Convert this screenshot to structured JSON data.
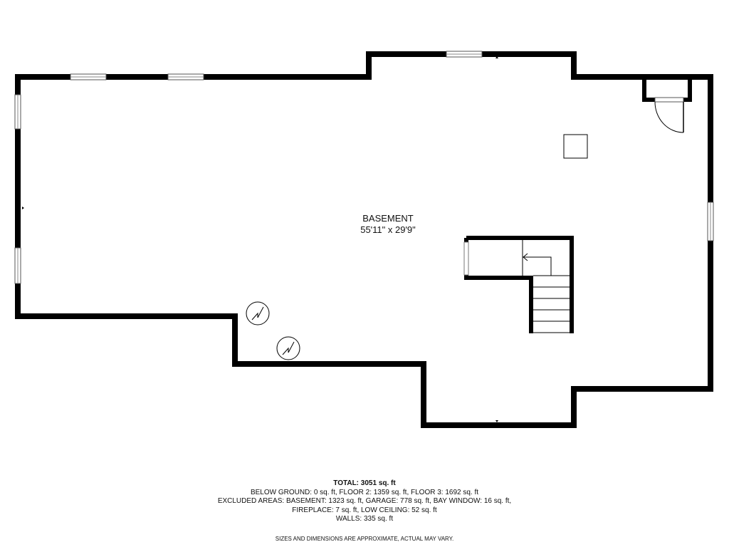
{
  "room": {
    "name": "BASEMENT",
    "dimensions": "55'11\" x 29'9\""
  },
  "summary": {
    "total": "TOTAL: 3051 sq. ft",
    "below_ground_line": "BELOW GROUND: 0 sq. ft, FLOOR 2: 1359 sq. ft, FLOOR 3: 1692 sq. ft",
    "excluded_line": "EXCLUDED AREAS: BASEMENT: 1323 sq. ft, GARAGE: 778 sq. ft, BAY WINDOW: 16 sq. ft,",
    "fireplace_line": "FIREPLACE: 7 sq. ft, LOW CEILING: 52 sq. ft",
    "walls_line": "WALLS: 335 sq. ft",
    "disclaimer": "SIZES AND DIMENSIONS ARE APPROXIMATE, ACTUAL MAY VARY."
  },
  "colors": {
    "wall": "#000000",
    "background": "#ffffff",
    "window": "#cccccc"
  }
}
